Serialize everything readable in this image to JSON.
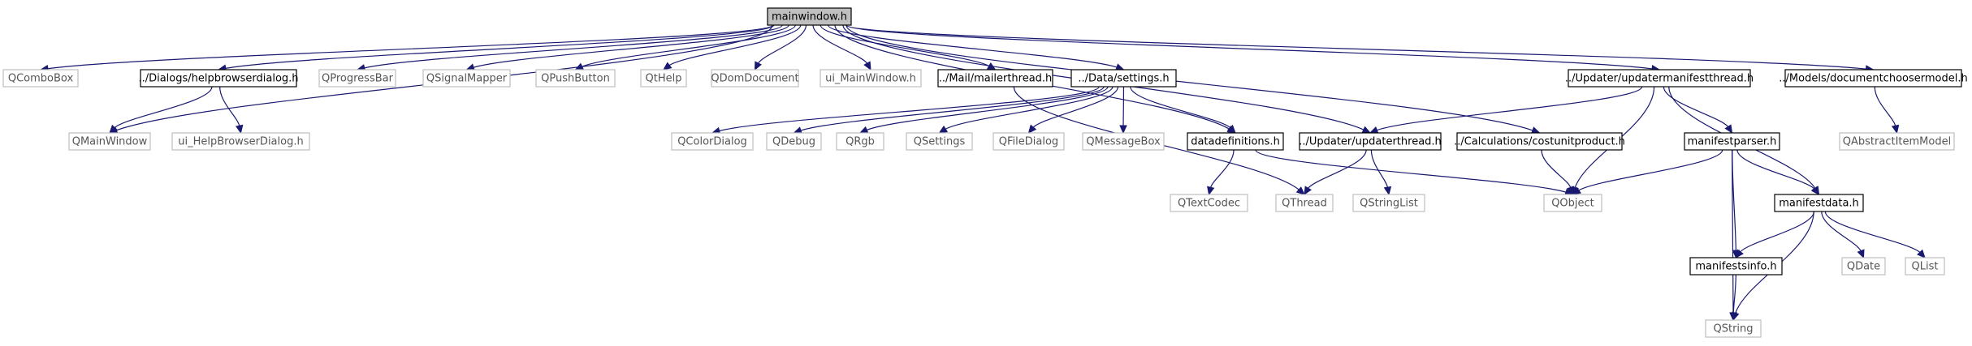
{
  "graph": {
    "nodes": [
      {
        "id": "mainwindow",
        "label": "mainwindow.h",
        "kind": "root"
      },
      {
        "id": "QComboBox",
        "label": "QComboBox",
        "kind": "ext"
      },
      {
        "id": "helpbrowserdialog",
        "label": "../Dialogs/helpbrowserdialog.h",
        "kind": "local"
      },
      {
        "id": "QProgressBar",
        "label": "QProgressBar",
        "kind": "ext"
      },
      {
        "id": "QSignalMapper",
        "label": "QSignalMapper",
        "kind": "ext"
      },
      {
        "id": "QPushButton",
        "label": "QPushButton",
        "kind": "ext"
      },
      {
        "id": "QtHelp",
        "label": "QtHelp",
        "kind": "ext"
      },
      {
        "id": "QDomDocument",
        "label": "QDomDocument",
        "kind": "ext"
      },
      {
        "id": "ui_MainWindow",
        "label": "ui_MainWindow.h",
        "kind": "ext"
      },
      {
        "id": "mailerthread",
        "label": "../Mail/mailerthread.h",
        "kind": "local"
      },
      {
        "id": "settings",
        "label": "../Data/settings.h",
        "kind": "local"
      },
      {
        "id": "updatermanifestthread",
        "label": "../Updater/updatermanifestthread.h",
        "kind": "local"
      },
      {
        "id": "documentchoosermodel",
        "label": "../Models/documentchoosermodel.h",
        "kind": "local"
      },
      {
        "id": "QMainWindow",
        "label": "QMainWindow",
        "kind": "ext"
      },
      {
        "id": "ui_HelpBrowserDialog",
        "label": "ui_HelpBrowserDialog.h",
        "kind": "ext"
      },
      {
        "id": "QColorDialog",
        "label": "QColorDialog",
        "kind": "ext"
      },
      {
        "id": "QDebug",
        "label": "QDebug",
        "kind": "ext"
      },
      {
        "id": "QRgb",
        "label": "QRgb",
        "kind": "ext"
      },
      {
        "id": "QSettings",
        "label": "QSettings",
        "kind": "ext"
      },
      {
        "id": "QFileDialog",
        "label": "QFileDialog",
        "kind": "ext"
      },
      {
        "id": "QMessageBox",
        "label": "QMessageBox",
        "kind": "ext"
      },
      {
        "id": "datadefinitions",
        "label": "datadefinitions.h",
        "kind": "local"
      },
      {
        "id": "updaterthread",
        "label": "../Updater/updaterthread.h",
        "kind": "local"
      },
      {
        "id": "costunitproduct",
        "label": "../Calculations/costunitproduct.h",
        "kind": "local"
      },
      {
        "id": "manifestparser",
        "label": "manifestparser.h",
        "kind": "local"
      },
      {
        "id": "QAbstractItemModel",
        "label": "QAbstractItemModel",
        "kind": "ext"
      },
      {
        "id": "QTextCodec",
        "label": "QTextCodec",
        "kind": "ext"
      },
      {
        "id": "QThread",
        "label": "QThread",
        "kind": "ext"
      },
      {
        "id": "QStringList",
        "label": "QStringList",
        "kind": "ext"
      },
      {
        "id": "QObject",
        "label": "QObject",
        "kind": "ext"
      },
      {
        "id": "manifestdata",
        "label": "manifestdata.h",
        "kind": "local"
      },
      {
        "id": "manifestsinfo",
        "label": "manifestsinfo.h",
        "kind": "local"
      },
      {
        "id": "QDate",
        "label": "QDate",
        "kind": "ext"
      },
      {
        "id": "QList",
        "label": "QList",
        "kind": "ext"
      },
      {
        "id": "QString",
        "label": "QString",
        "kind": "ext"
      }
    ],
    "edges": [
      {
        "from": "mainwindow",
        "to": "QComboBox"
      },
      {
        "from": "mainwindow",
        "to": "helpbrowserdialog"
      },
      {
        "from": "mainwindow",
        "to": "QProgressBar"
      },
      {
        "from": "mainwindow",
        "to": "QSignalMapper"
      },
      {
        "from": "mainwindow",
        "to": "QPushButton"
      },
      {
        "from": "mainwindow",
        "to": "QtHelp"
      },
      {
        "from": "mainwindow",
        "to": "QDomDocument"
      },
      {
        "from": "mainwindow",
        "to": "ui_MainWindow"
      },
      {
        "from": "mainwindow",
        "to": "mailerthread"
      },
      {
        "from": "mainwindow",
        "to": "settings"
      },
      {
        "from": "mainwindow",
        "to": "updatermanifestthread"
      },
      {
        "from": "mainwindow",
        "to": "documentchoosermodel"
      },
      {
        "from": "mainwindow",
        "to": "QMainWindow"
      },
      {
        "from": "mainwindow",
        "to": "datadefinitions"
      },
      {
        "from": "mainwindow",
        "to": "updaterthread"
      },
      {
        "from": "mainwindow",
        "to": "costunitproduct"
      },
      {
        "from": "helpbrowserdialog",
        "to": "QMainWindow"
      },
      {
        "from": "helpbrowserdialog",
        "to": "ui_HelpBrowserDialog"
      },
      {
        "from": "mailerthread",
        "to": "QThread"
      },
      {
        "from": "settings",
        "to": "QColorDialog"
      },
      {
        "from": "settings",
        "to": "QDebug"
      },
      {
        "from": "settings",
        "to": "QRgb"
      },
      {
        "from": "settings",
        "to": "QSettings"
      },
      {
        "from": "settings",
        "to": "QFileDialog"
      },
      {
        "from": "settings",
        "to": "QMessageBox"
      },
      {
        "from": "settings",
        "to": "datadefinitions"
      },
      {
        "from": "updatermanifestthread",
        "to": "updaterthread"
      },
      {
        "from": "updatermanifestthread",
        "to": "manifestparser"
      },
      {
        "from": "updatermanifestthread",
        "to": "QObject"
      },
      {
        "from": "updatermanifestthread",
        "to": "manifestdata"
      },
      {
        "from": "documentchoosermodel",
        "to": "QAbstractItemModel"
      },
      {
        "from": "datadefinitions",
        "to": "QTextCodec"
      },
      {
        "from": "datadefinitions",
        "to": "QObject"
      },
      {
        "from": "updaterthread",
        "to": "QThread"
      },
      {
        "from": "updaterthread",
        "to": "QStringList"
      },
      {
        "from": "costunitproduct",
        "to": "QObject"
      },
      {
        "from": "manifestparser",
        "to": "QObject"
      },
      {
        "from": "manifestparser",
        "to": "manifestdata"
      },
      {
        "from": "manifestparser",
        "to": "manifestsinfo"
      },
      {
        "from": "manifestparser",
        "to": "QString"
      },
      {
        "from": "manifestdata",
        "to": "manifestsinfo"
      },
      {
        "from": "manifestdata",
        "to": "QDate"
      },
      {
        "from": "manifestdata",
        "to": "QList"
      },
      {
        "from": "manifestdata",
        "to": "QString"
      },
      {
        "from": "manifestsinfo",
        "to": "QString"
      }
    ]
  }
}
